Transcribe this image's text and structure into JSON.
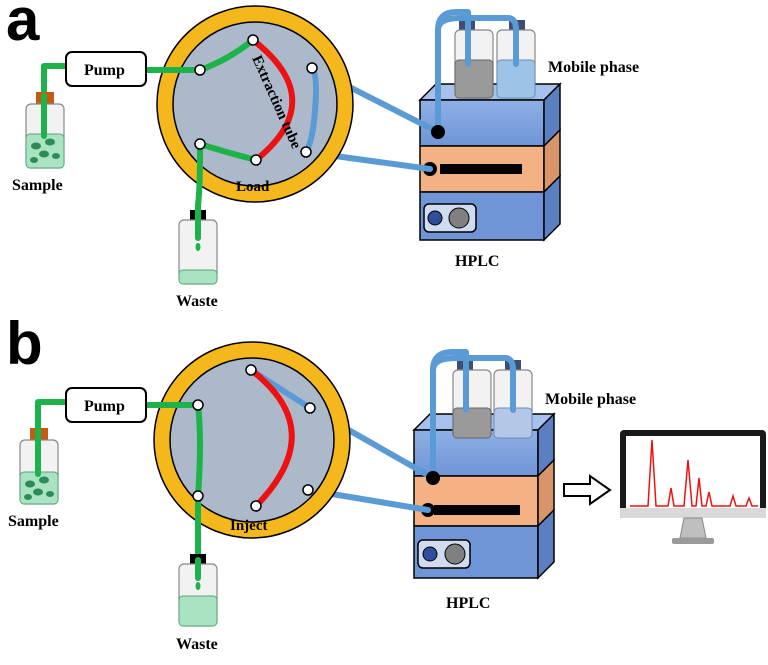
{
  "panels": [
    {
      "letter": "a",
      "pump_label": "Pump",
      "sample_label": "Sample",
      "waste_label": "Waste",
      "valve_state_label": "Load",
      "extraction_tube_label": "Extraction tube",
      "mobile_phase_label": "Mobile phase",
      "hplc_label": "HPLC"
    },
    {
      "letter": "b",
      "pump_label": "Pump",
      "sample_label": "Sample",
      "waste_label": "Waste",
      "valve_state_label": "Inject",
      "mobile_phase_label": "Mobile phase",
      "hplc_label": "HPLC"
    }
  ],
  "colors": {
    "valve_ring": "#f5b81c",
    "valve_face": "#acb9ca",
    "tube_green": "#1db34a",
    "tube_blue": "#5b9bd5",
    "tube_red": "#ee1111",
    "hplc_body": "#6f95d6",
    "hplc_injector": "#f4b183",
    "chromatogram_peaks": "#ee1111"
  },
  "icons": [
    "pump-box",
    "sample-bottle",
    "waste-bottle",
    "six-port-valve",
    "hplc-system",
    "monitor-icon",
    "arrow-right-icon"
  ]
}
